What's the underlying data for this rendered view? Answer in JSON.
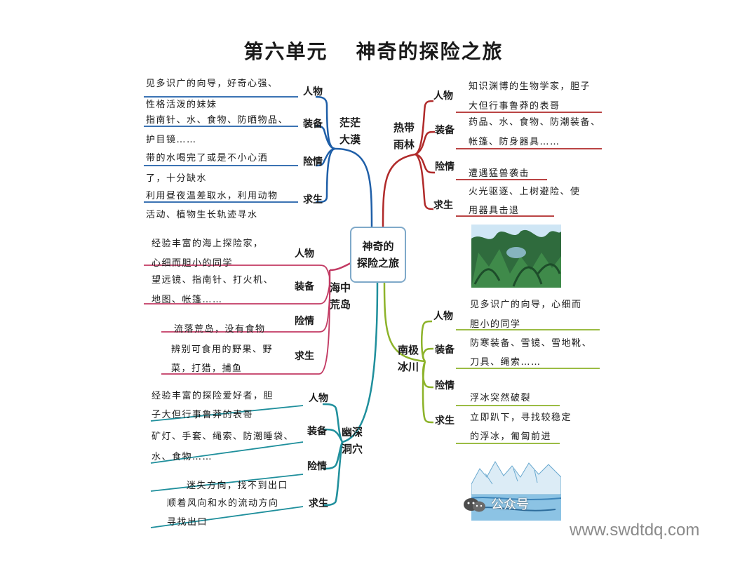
{
  "title": {
    "main": "第六单元",
    "sub": "神奇的探险之旅"
  },
  "center": {
    "line1": "神奇的",
    "line2": "探险之旅"
  },
  "colors": {
    "desert": "#1f5fa8",
    "rainforest": "#b02a2a",
    "island": "#c23a63",
    "antarctic": "#8db32a",
    "cave": "#1f8f9c",
    "center_border": "#7fa9c9"
  },
  "desert": {
    "name1": "茫茫",
    "name2": "大漠",
    "people_label": "人物",
    "gear_label": "装备",
    "danger_label": "险情",
    "survive_label": "求生",
    "people_1": "见多识广的向导，好奇心强、",
    "people_2": "性格活泼的妹妹",
    "gear_1": "指南针、水、食物、防晒物品、",
    "gear_2": "护目镜……",
    "danger_1": "带的水喝完了或是不小心洒",
    "danger_2": "了，十分缺水",
    "survive_1": "利用昼夜温差取水，利用动物",
    "survive_2": "活动、植物生长轨迹寻水"
  },
  "rainforest": {
    "name1": "热带",
    "name2": "雨林",
    "people_label": "人物",
    "gear_label": "装备",
    "danger_label": "险情",
    "survive_label": "求生",
    "people_1": "知识渊博的生物学家，胆子",
    "people_2": "大但行事鲁莽的表哥",
    "gear_1": "药品、水、食物、防潮装备、",
    "gear_2": "帐篷、防身器具……",
    "danger_1": "遭遇猛兽袭击",
    "survive_1": "火光驱逐、上树避险、使",
    "survive_2": "用器具击退"
  },
  "island": {
    "name1": "海中",
    "name2": "荒岛",
    "people_label": "人物",
    "gear_label": "装备",
    "danger_label": "险情",
    "survive_label": "求生",
    "people_1": "经验丰富的海上探险家，",
    "people_2": "心细而胆小的同学",
    "gear_1": "望远镜、指南针、打火机、",
    "gear_2": "地图、帐篷……",
    "danger_1": "流落荒岛，没有食物",
    "survive_1": "辨别可食用的野果、野",
    "survive_2": "菜，打猎，捕鱼"
  },
  "antarctic": {
    "name1": "南极",
    "name2": "冰川",
    "people_label": "人物",
    "gear_label": "装备",
    "danger_label": "险情",
    "survive_label": "求生",
    "people_1": "见多识广的向导，心细而",
    "people_2": "胆小的同学",
    "gear_1": "防寒装备、雪镜、雪地靴、",
    "gear_2": "刀具、绳索……",
    "danger_1": "浮冰突然破裂",
    "survive_1": "立即趴下，寻找较稳定",
    "survive_2": "的浮冰，匍匐前进"
  },
  "cave": {
    "name1": "幽深",
    "name2": "洞穴",
    "people_label": "人物",
    "gear_label": "装备",
    "danger_label": "险情",
    "survive_label": "求生",
    "people_1": "经验丰富的探险爱好者，胆",
    "people_2": "子大但行事鲁莽的表哥",
    "gear_1": "矿灯、手套、绳索、防潮睡袋、",
    "gear_2": "水、食物……",
    "danger_1": "迷失方向，找不到出口",
    "survive_1": "顺着风向和水的流动方向",
    "survive_2": "寻找出口"
  },
  "watermark": {
    "site": "www.swdtdq.com",
    "wechat": "公众号"
  },
  "images": {
    "rainforest_pic": "rainforest-illustration",
    "ice_pic": "glacier-illustration"
  }
}
